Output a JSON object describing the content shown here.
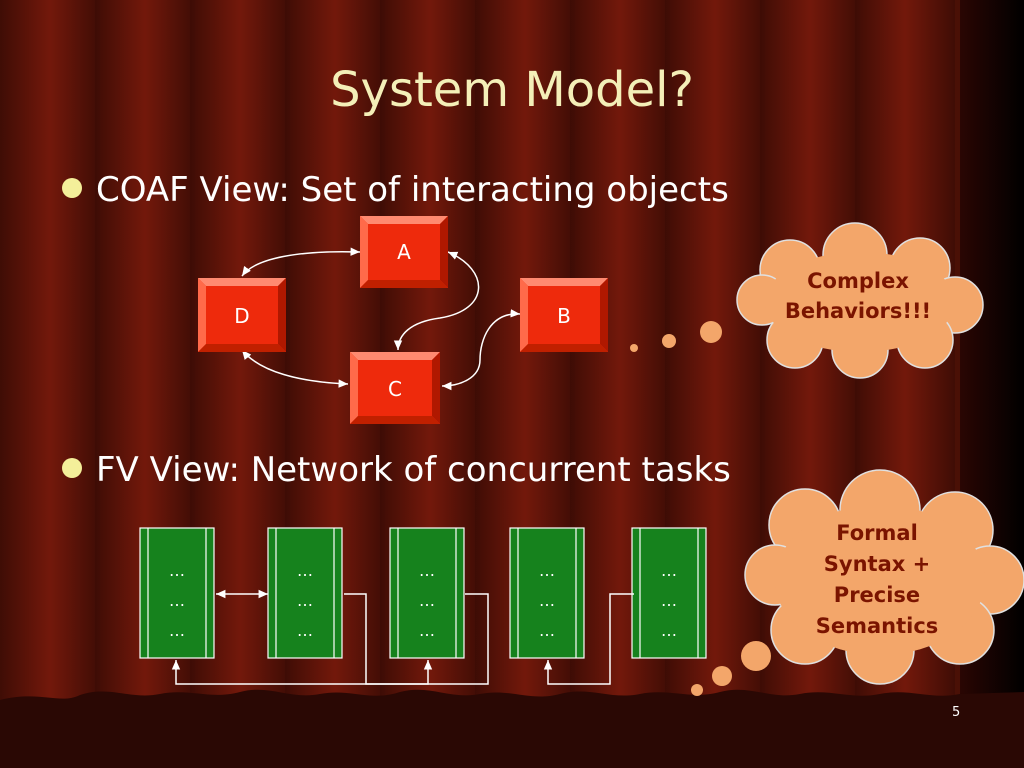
{
  "slide": {
    "title": "System Model?",
    "number": "5"
  },
  "bullets": [
    {
      "text": "COAF View: Set of interacting objects"
    },
    {
      "text": "FV View: Network of concurrent tasks"
    }
  ],
  "objects": [
    {
      "label": "A"
    },
    {
      "label": "B"
    },
    {
      "label": "C"
    },
    {
      "label": "D"
    }
  ],
  "tasks": [
    {
      "lines": [
        "…",
        "…",
        "…"
      ]
    },
    {
      "lines": [
        "…",
        "…",
        "…"
      ]
    },
    {
      "lines": [
        "…",
        "…",
        "…"
      ]
    },
    {
      "lines": [
        "…",
        "…",
        "…"
      ]
    },
    {
      "lines": [
        "…",
        "…",
        "…"
      ]
    }
  ],
  "clouds": {
    "top": {
      "lines": [
        "Complex",
        "Behaviors!!!"
      ]
    },
    "bottom": {
      "lines": [
        "Formal",
        "Syntax +",
        "Precise",
        "Semantics"
      ]
    }
  },
  "colors": {
    "object_fill": "#ee2a0c",
    "task_fill": "#16821d",
    "cloud_fill": "#f3a66a",
    "title": "#f4efb8",
    "bullet_dot": "#f4ef9a"
  }
}
